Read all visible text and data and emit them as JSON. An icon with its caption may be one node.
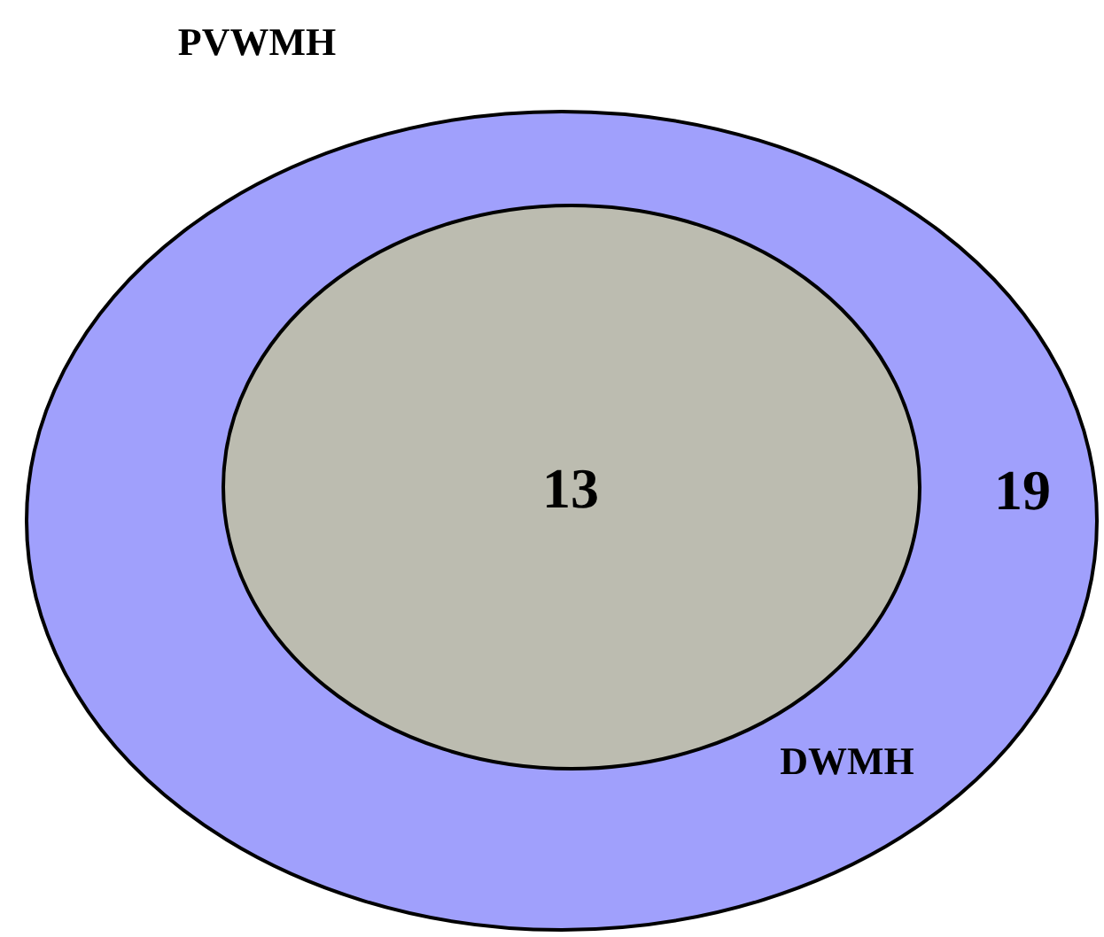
{
  "diagram": {
    "nodes": [
      {
        "text": [
          "PVWMH",
          "19"
        ]
      },
      {
        "text": [
          "13",
          "DWMH"
        ],
        "in": 0
      }
    ]
  }
}
